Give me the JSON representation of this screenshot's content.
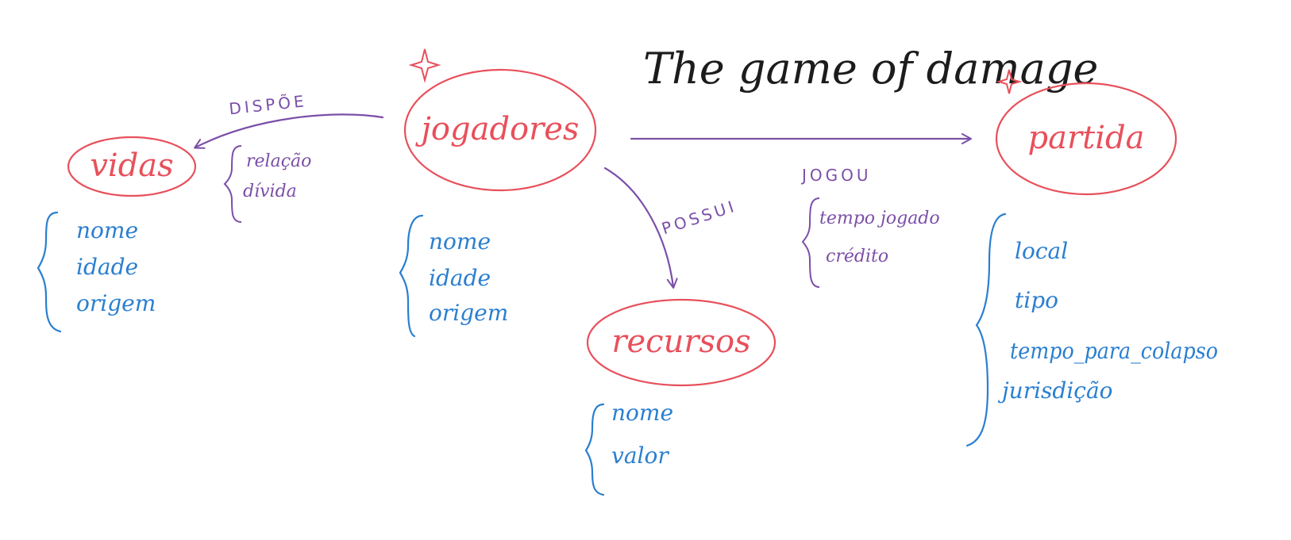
{
  "title": "The game of damage",
  "entities": {
    "vidas": {
      "name": "vidas",
      "attributes": [
        "nome",
        "idade",
        "origem"
      ]
    },
    "jogadores": {
      "name": "jogadores",
      "attributes": [
        "nome",
        "idade",
        "origem"
      ]
    },
    "recursos": {
      "name": "recursos",
      "attributes": [
        "nome",
        "valor"
      ]
    },
    "partida": {
      "name": "partida",
      "attributes": [
        "local",
        "tipo",
        "tempo_para_colapso",
        "jurisdição"
      ]
    }
  },
  "relationships": {
    "dispoe": {
      "label": "DISPÕE",
      "attributes": [
        "relação",
        "dívida"
      ]
    },
    "possui": {
      "label": "POSSUI",
      "attributes": []
    },
    "jogou": {
      "label": "JOGOU",
      "attributes": [
        "tempo jogado",
        "crédito"
      ]
    }
  },
  "colors": {
    "entity": "#e8505b",
    "relationship": "#7b4fa8",
    "attribute": "#2a7fd0",
    "title": "#1c1c1c"
  }
}
